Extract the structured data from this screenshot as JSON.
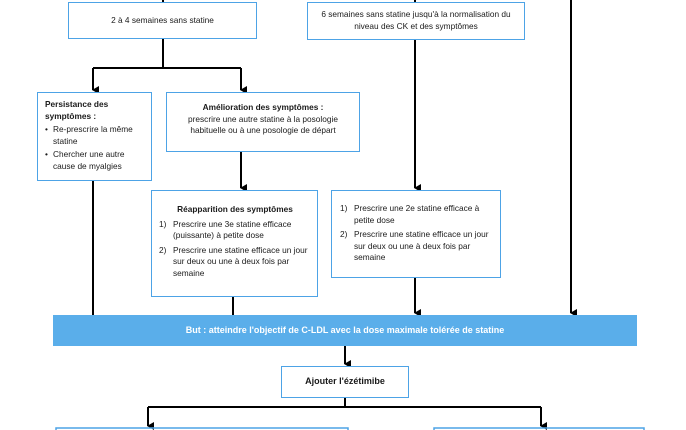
{
  "colors": {
    "box_border": "#4da3e6",
    "goal_fill": "#5aaeea",
    "goal_text": "#ffffff",
    "connector": "#000000"
  },
  "boxes": {
    "wait_2_4": "2 à 4 semaines sans statine",
    "wait_6": "6 semaines sans statine jusqu'à la normalisation du niveau des CK et des symptômes",
    "persistance": {
      "title": "Persistance des symptômes :",
      "items": [
        "Re-prescrire la même statine",
        "Chercher une autre cause de myalgies"
      ]
    },
    "amelioration": {
      "title": "Amélioration des symptômes :",
      "text": "prescrire une autre statine à la posologie habituelle ou à une posologie de départ"
    },
    "reapparition": {
      "title": "Réapparition des symptômes",
      "items": [
        {
          "num": "1)",
          "text": "Prescrire une 3e statine efficace (puissante) à petite dose"
        },
        {
          "num": "2)",
          "text": "Prescrire une statine efficace un jour sur deux ou une à deux fois par semaine"
        }
      ]
    },
    "right_options": {
      "items": [
        {
          "num": "1)",
          "text": "Prescrire une 2e statine efficace à petite dose"
        },
        {
          "num": "2)",
          "text": "Prescrire une statine efficace un jour sur deux ou une à deux fois par semaine"
        }
      ]
    },
    "goal": "But : atteindre l'objectif de C-LDL avec la dose maximale tolérée de statine",
    "ezetimibe": "Ajouter l'ézétimibe"
  }
}
